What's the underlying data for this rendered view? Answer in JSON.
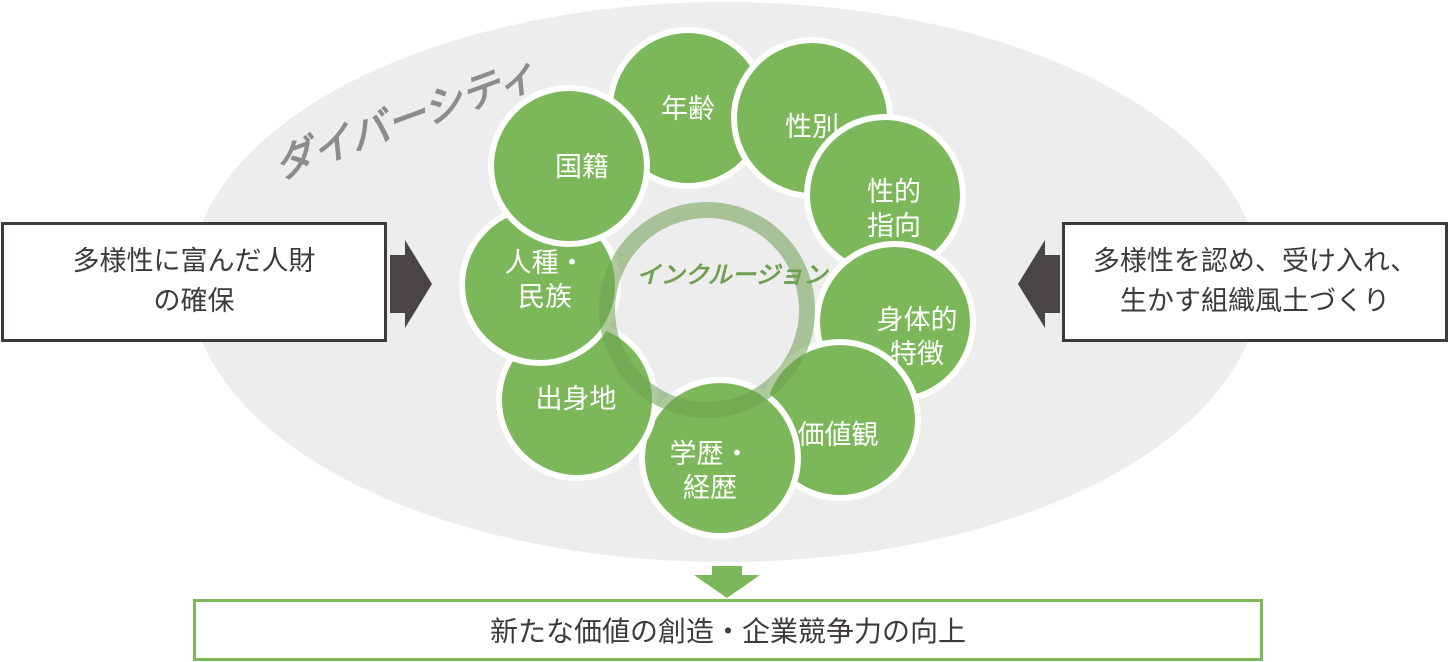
{
  "colors": {
    "ellipse": "#ededed",
    "green": "#7cb85a",
    "ring": "#6f9f50",
    "text_dark": "#3e3a3a",
    "text_gray": "#8c8c8c",
    "arrow": "#4a4545"
  },
  "diversity_label": "ダイバーシティ",
  "inclusion_label": "インクルージョン",
  "left_box": {
    "lines": [
      "多様性に富んだ人財",
      "の確保"
    ]
  },
  "right_box": {
    "lines": [
      "多様性を認め、受け入れ、",
      "生かす組織風土づくり"
    ]
  },
  "bottom_box": {
    "text": "新たな価値の創造・企業競争力の向上"
  },
  "circles": [
    {
      "key": "age",
      "lines": [
        "年齢"
      ]
    },
    {
      "key": "gender",
      "lines": [
        "性別"
      ]
    },
    {
      "key": "sexual-orientation",
      "lines": [
        "性的",
        "指向"
      ]
    },
    {
      "key": "physical-characteristics",
      "lines": [
        "身体的",
        "特徴"
      ]
    },
    {
      "key": "values",
      "lines": [
        "価値観"
      ]
    },
    {
      "key": "education-career",
      "lines": [
        "学歴・",
        "経歴"
      ]
    },
    {
      "key": "birthplace",
      "lines": [
        "出身地"
      ]
    },
    {
      "key": "race-ethnicity",
      "lines": [
        "人種・",
        "民族"
      ]
    },
    {
      "key": "nationality",
      "lines": [
        "国籍"
      ]
    }
  ]
}
